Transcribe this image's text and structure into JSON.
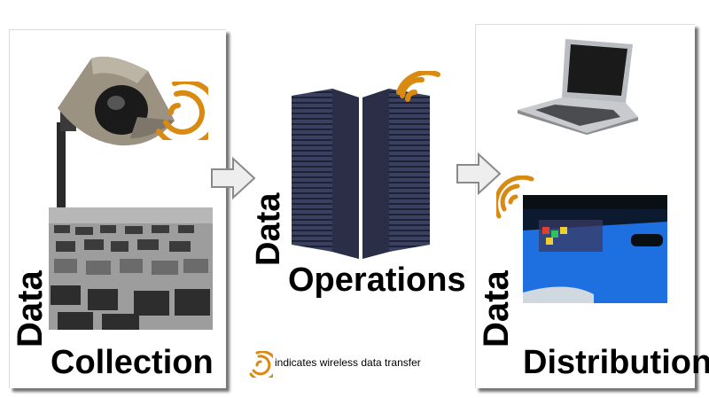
{
  "stages": {
    "collection": {
      "vertical": "Data",
      "horizontal": "Collection"
    },
    "operations": {
      "vertical": "Data",
      "horizontal": "Operations"
    },
    "distribution": {
      "vertical": "Data",
      "horizontal": "Distribution"
    }
  },
  "legend": {
    "text": "indicates wireless data transfer"
  },
  "colors": {
    "wireless": "#d98a12",
    "server": "#3a4160",
    "screen": "#1e6fe0"
  },
  "icons": [
    "camera-icon",
    "parking-lot-photo",
    "server-rack-icon",
    "laptop-icon",
    "car-display-photo",
    "wireless-signal-icon",
    "arrow-right-icon"
  ]
}
